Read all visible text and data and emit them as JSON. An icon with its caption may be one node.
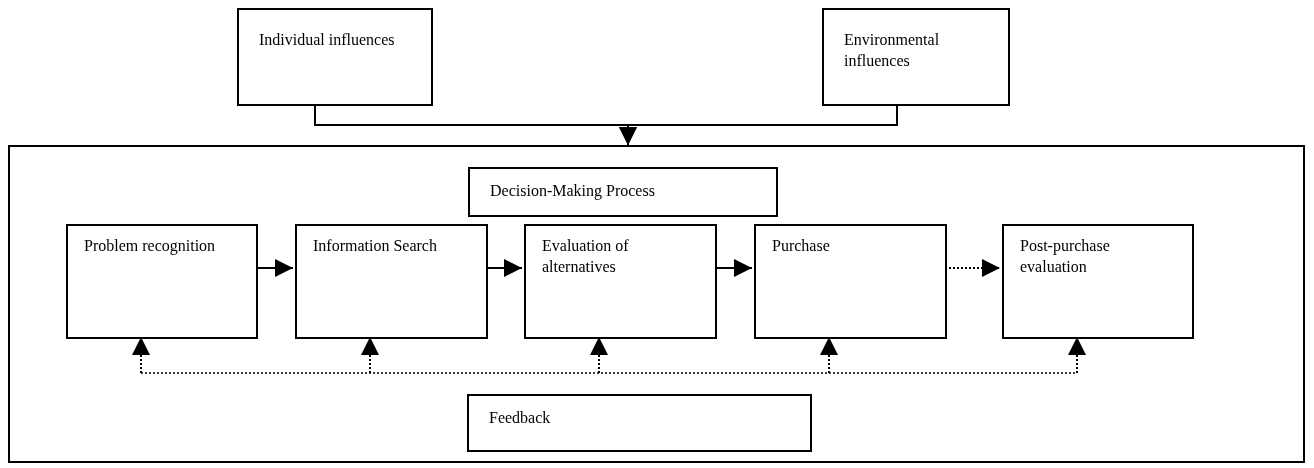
{
  "diagram": {
    "nodes": [
      {
        "text": [
          "Individual influences"
        ]
      },
      {
        "text": [
          "Environmental influences"
        ]
      },
      {
        "text": [],
        "shape": "box"
      },
      {
        "text": [
          "Decision-Making Process"
        ],
        "in": 2
      },
      {
        "text": [
          "Problem recognition"
        ],
        "in": 2
      },
      {
        "text": [
          "Information Search"
        ],
        "in": 2
      },
      {
        "text": [
          "Evaluation of alternatives"
        ],
        "in": 2
      },
      {
        "text": [
          "Purchase"
        ],
        "in": 2
      },
      {
        "text": [
          "Post-purchase evaluation"
        ],
        "in": 2
      },
      {
        "text": [
          "Feedback"
        ],
        "in": 2
      }
    ],
    "edges": [
      {
        "from": 0,
        "to": 2,
        "arrow": "to"
      },
      {
        "from": 1,
        "to": 2,
        "arrow": "to"
      },
      {
        "from": 4,
        "to": 5,
        "arrow": "to"
      },
      {
        "from": 5,
        "to": 6,
        "arrow": "to"
      },
      {
        "from": 6,
        "to": 7,
        "arrow": "to"
      },
      {
        "from": 7,
        "to": 8,
        "arrow": "to",
        "style": "dashed"
      },
      {
        "from": null,
        "to": 4,
        "arrow": "to",
        "style": "dashed"
      },
      {
        "from": null,
        "to": 5,
        "arrow": "to",
        "style": "dashed"
      },
      {
        "from": null,
        "to": 6,
        "arrow": "to",
        "style": "dashed"
      },
      {
        "from": null,
        "to": 7,
        "arrow": "to",
        "style": "dashed"
      },
      {
        "from": null,
        "to": 8,
        "arrow": "to",
        "style": "dashed"
      }
    ]
  }
}
